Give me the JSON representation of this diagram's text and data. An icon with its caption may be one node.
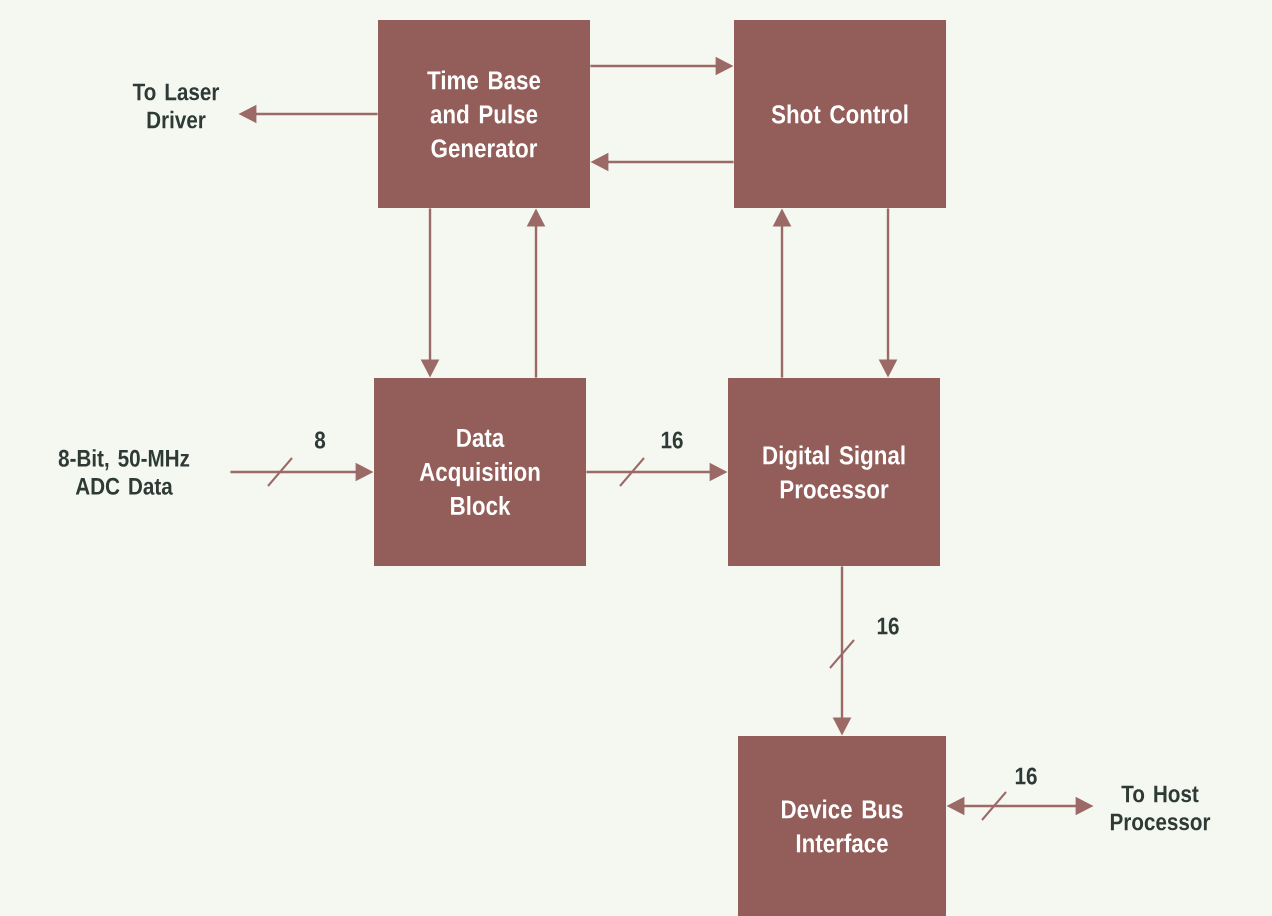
{
  "diagram": {
    "nodes": [
      {
        "text": [
          "Time Base and Pulse Generator"
        ]
      },
      {
        "text": [
          "Shot Control"
        ]
      },
      {
        "text": [
          "To Laser Driver"
        ]
      },
      {
        "text": [
          "8-Bit, 50-MHz ADC Data"
        ]
      },
      {
        "text": [
          "Data Acquisition Block"
        ]
      },
      {
        "text": [
          "Digital Signal Processor"
        ]
      },
      {
        "text": [
          "Device Bus Interface"
        ]
      },
      {
        "text": [
          "To Host Processor"
        ]
      }
    ],
    "edges": [
      {
        "from": 0,
        "to": 1,
        "arrow": "to"
      },
      {
        "from": 1,
        "to": 0,
        "arrow": "to"
      },
      {
        "from": 0,
        "to": 2,
        "arrow": "to"
      },
      {
        "from": 0,
        "to": 4,
        "arrow": "to"
      },
      {
        "from": 4,
        "to": 0,
        "arrow": "to"
      },
      {
        "from": 5,
        "to": 1,
        "arrow": "to"
      },
      {
        "from": 1,
        "to": 5,
        "arrow": "to"
      },
      {
        "from": 3,
        "to": 4,
        "arrow": "to",
        "label": "8"
      },
      {
        "from": 4,
        "to": 5,
        "arrow": "to",
        "label": "16"
      },
      {
        "from": 5,
        "to": 6,
        "arrow": "to",
        "label": "16"
      },
      {
        "from": 6,
        "to": 7,
        "arrow": "both",
        "label": "16"
      }
    ]
  }
}
